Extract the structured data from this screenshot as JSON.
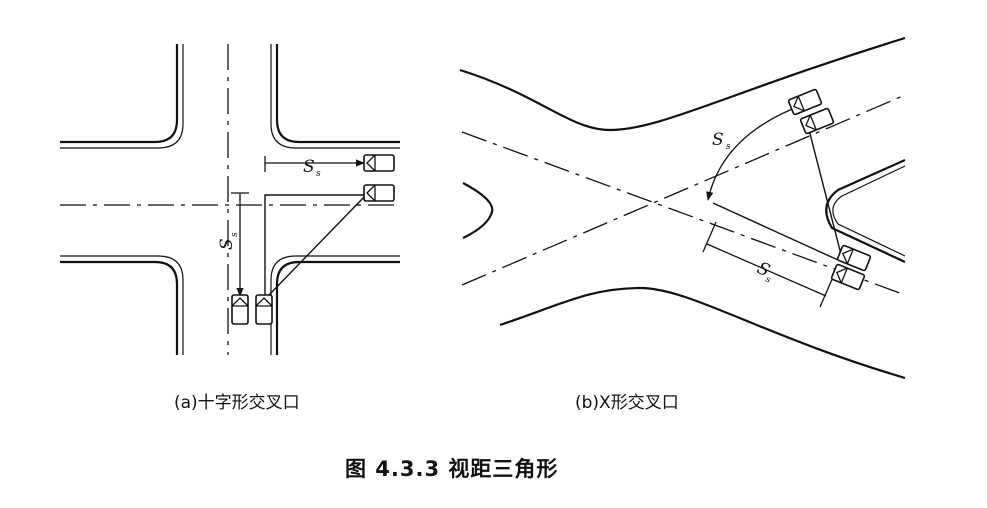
{
  "diagram_a": {
    "caption": "(a)十字形交叉口",
    "label_horizontal": "S",
    "label_horizontal_sub": "s",
    "label_vertical": "S",
    "label_vertical_sub": "s"
  },
  "diagram_b": {
    "caption": "(b)X形交叉口",
    "label_curved": "S",
    "label_curved_sub": "s",
    "label_bottom": "S",
    "label_bottom_sub": "s"
  },
  "figure_title": "图 4.3.3   视距三角形"
}
